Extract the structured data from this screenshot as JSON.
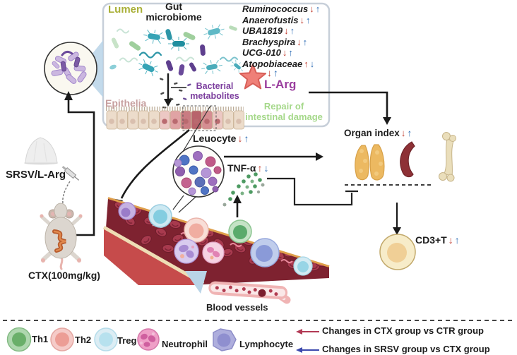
{
  "figure_type": "scientific mechanism diagram",
  "colors": {
    "ctx_arrow_red": "#c0392b",
    "srsv_arrow_blue": "#2f6eb5",
    "larg_purple": "#9a3d9e",
    "metabolites_purple": "#7c3f9e",
    "repair_green": "#a5d88a",
    "lumen_olive": "#a9b038",
    "epithelia_pink": "#c79f9f",
    "star_red": "#ef8078",
    "legend_note_red": "#b23a55",
    "legend_note_blue": "#3c49ad"
  },
  "microbiome_box": {
    "lumen": "Lumen",
    "title_line1": "Gut",
    "title_line2": "microbiome",
    "taxa": [
      {
        "name": "Ruminococcus",
        "ctx_arrow": "↓",
        "srsv_arrow": "↑"
      },
      {
        "name": "Anaerofustis",
        "ctx_arrow": "↓",
        "srsv_arrow": "↑"
      },
      {
        "name": "UBA1819",
        "ctx_arrow": "↓",
        "srsv_arrow": "↑"
      },
      {
        "name": "Brachyspira",
        "ctx_arrow": "↓",
        "srsv_arrow": "↑"
      },
      {
        "name": "UCG-010",
        "ctx_arrow": "↓",
        "srsv_arrow": "↑"
      },
      {
        "name": "Atopobiaceae",
        "ctx_arrow": "↑",
        "srsv_arrow": "↓"
      }
    ],
    "larg": {
      "label": "L-Arg",
      "ctx_arrow": "↓",
      "srsv_arrow": "↑"
    },
    "metabolites_line1": "Bacterial",
    "metabolites_line2": "metabolites",
    "epithelia": "Epithelia",
    "repair_line1": "Repair of",
    "repair_line2": "intestinal damage"
  },
  "treatment": {
    "powder_label": "SRSV/L-Arg",
    "mouse_label": "CTX(100mg/kg)"
  },
  "immune": {
    "leukocyte": {
      "label": "Leuocyte",
      "ctx_arrow": "↓",
      "srsv_arrow": "↑"
    },
    "tnf": {
      "label": "TNF-α",
      "ctx_arrow": "↑",
      "srsv_arrow": "↓"
    },
    "blood_vessels": "Blood vessels"
  },
  "outcomes": {
    "organ_index": {
      "label": "Organ index",
      "ctx_arrow": "↓",
      "srsv_arrow": "↑"
    },
    "cd3": {
      "label": "CD3+T",
      "ctx_arrow": "↓",
      "srsv_arrow": "↑"
    }
  },
  "legend": {
    "cells": [
      {
        "label": "Th1"
      },
      {
        "label": "Th2"
      },
      {
        "label": "Treg"
      },
      {
        "label": "Neutrophil"
      },
      {
        "label": "Lymphocyte"
      }
    ],
    "ctx_note": "Changes in CTX group vs CTR group",
    "srsv_note": "Changes in SRSV group vs CTX group"
  }
}
